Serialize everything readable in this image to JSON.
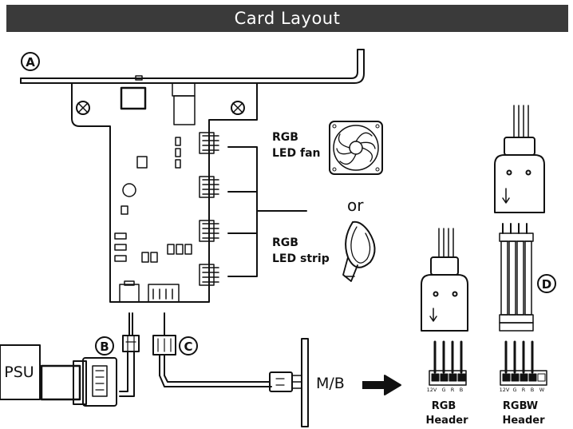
{
  "title": "Card Layout",
  "markers": {
    "a": "A",
    "b": "B",
    "c": "C",
    "d": "D"
  },
  "labels": {
    "rgb_fan_line1": "RGB",
    "rgb_fan_line2": "LED fan",
    "or": "or",
    "rgb_strip_line1": "RGB",
    "rgb_strip_line2": "LED strip",
    "psu": "PSU",
    "mb": "M/B",
    "rgb_header_line1": "RGB",
    "rgb_header_line2": "Header",
    "rgbw_header_line1": "RGBW",
    "rgbw_header_line2": "Header"
  },
  "rgb_pins": [
    "12V",
    "G",
    "R",
    "B"
  ],
  "rgbw_pins": [
    "12V",
    "G",
    "R",
    "B",
    "W"
  ],
  "colors": {
    "title_bg": "#3a3a3a",
    "title_fg": "#ffffff",
    "line": "#111111"
  }
}
